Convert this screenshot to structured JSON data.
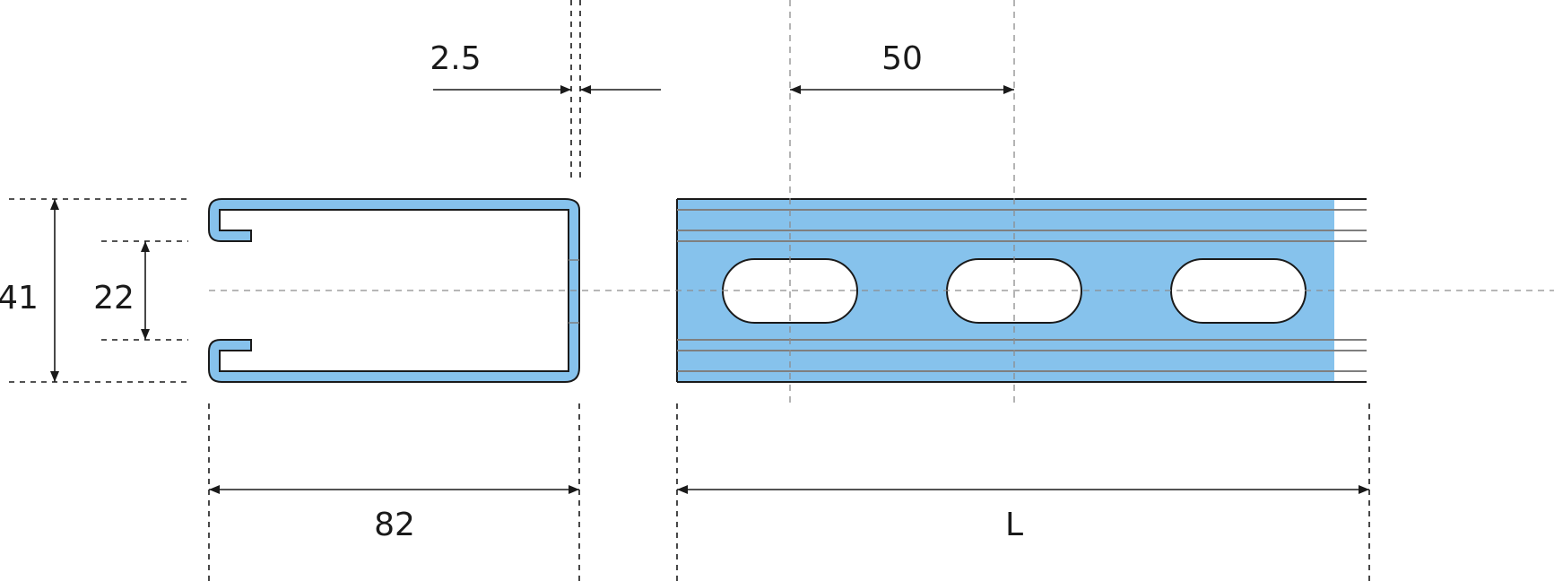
{
  "colors": {
    "fill": "#86c2ec",
    "line": "#1a1a1a",
    "guide": "#8c8c8c"
  },
  "dimensions": {
    "wall_thickness": "2.5",
    "slot_pitch": "50",
    "profile_height": "41",
    "opening": "22",
    "profile_width": "82",
    "length": "L"
  }
}
